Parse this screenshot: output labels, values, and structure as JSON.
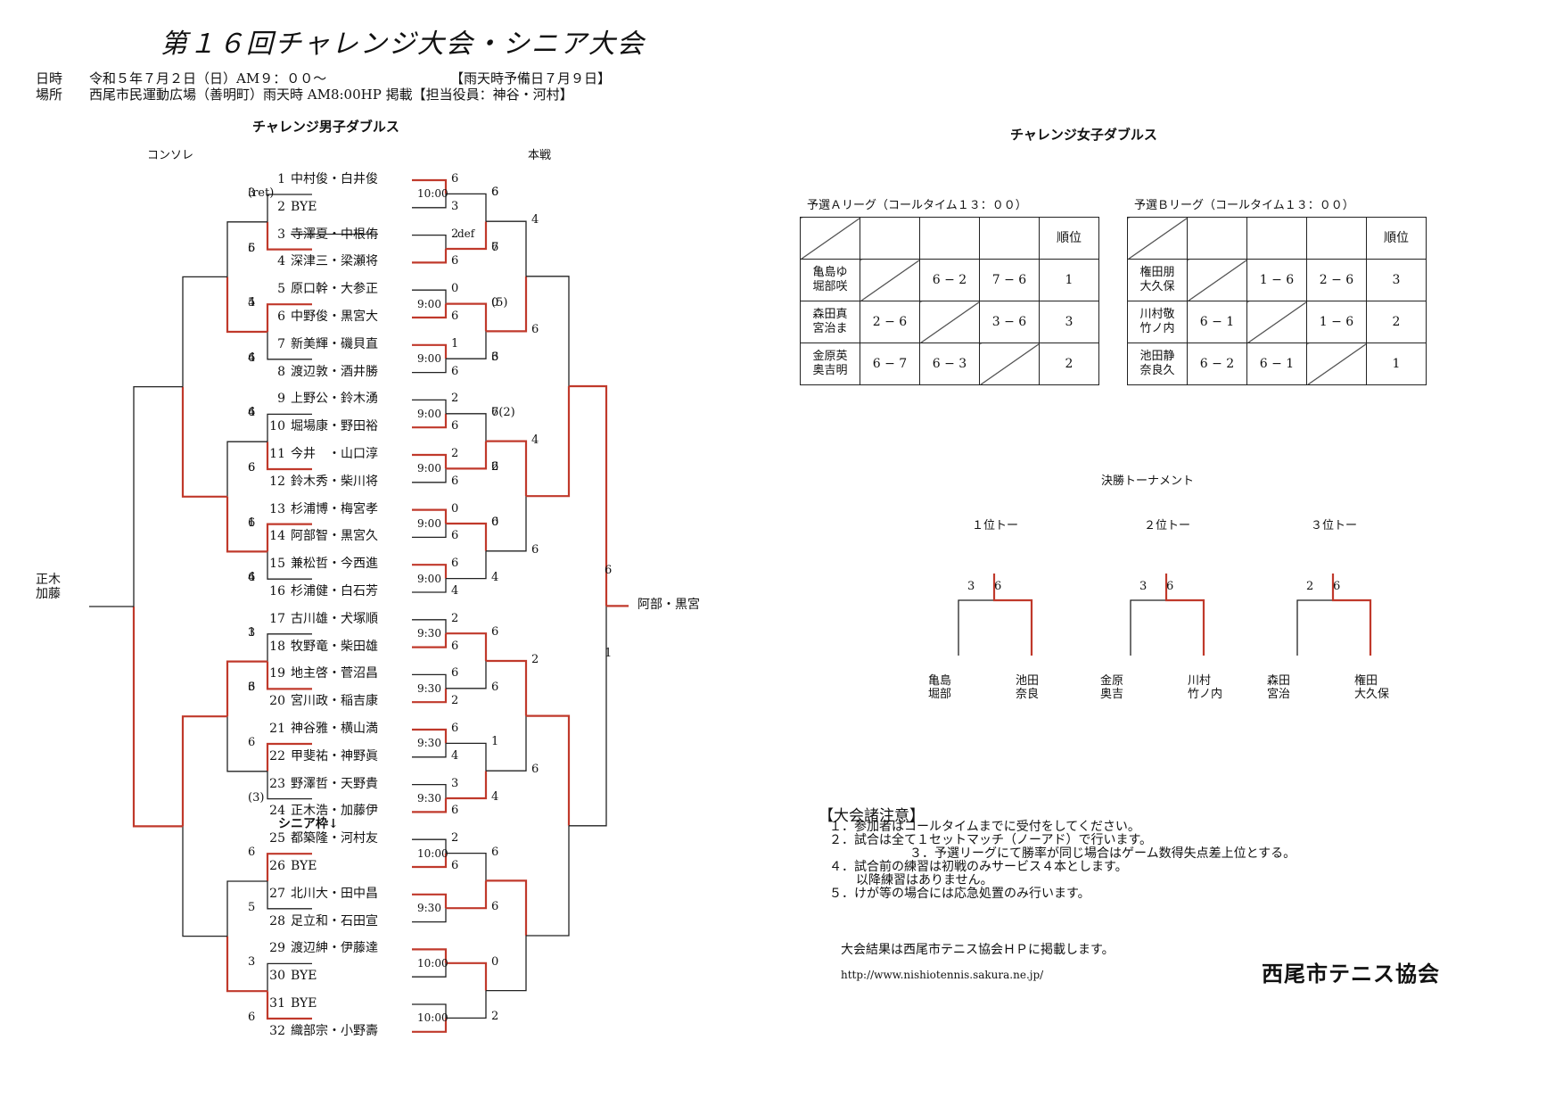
{
  "header": {
    "title": "第１６回チャレンジ大会・シニア大会",
    "date_label": "日時",
    "date_value": "令和５年７月２日（日）AM９：００～",
    "rain_date": "【雨天時予備日７月９日】",
    "place_label": "場所",
    "place_value": "西尾市民運動広場（善明町）雨天時 AM8:00HP 掲載【担当役員：神谷・河村】"
  },
  "mens": {
    "title": "チャレンジ男子ダブルス",
    "consolation_label": "コンソレ",
    "main_label": "本戦",
    "senior_marker": "シニア枠↓",
    "winner": "阿部・黒宮",
    "consolation_winner": [
      "正木",
      "加藤"
    ],
    "players": [
      {
        "n": "1",
        "name": "中村俊・白井俊"
      },
      {
        "n": "2",
        "name": "BYE"
      },
      {
        "n": "3",
        "name": "寺澤夏・中根侑"
      },
      {
        "n": "4",
        "name": "深津三・梁瀬将"
      },
      {
        "n": "5",
        "name": "原口幹・大参正"
      },
      {
        "n": "6",
        "name": "中野俊・黒宮大"
      },
      {
        "n": "7",
        "name": "新美輝・磯貝直"
      },
      {
        "n": "8",
        "name": "渡辺敦・酒井勝"
      },
      {
        "n": "9",
        "name": "上野公・鈴木湧"
      },
      {
        "n": "10",
        "name": "堀場康・野田裕"
      },
      {
        "n": "11",
        "name": "今井　・山口淳"
      },
      {
        "n": "12",
        "name": "鈴木秀・柴川将"
      },
      {
        "n": "13",
        "name": "杉浦博・梅宮孝"
      },
      {
        "n": "14",
        "name": "阿部智・黒宮久"
      },
      {
        "n": "15",
        "name": "兼松哲・今西進"
      },
      {
        "n": "16",
        "name": "杉浦健・白石芳"
      },
      {
        "n": "17",
        "name": "古川雄・犬塚順"
      },
      {
        "n": "18",
        "name": "牧野竜・柴田雄"
      },
      {
        "n": "19",
        "name": "地主啓・菅沼昌"
      },
      {
        "n": "20",
        "name": "宮川政・稲吉康"
      },
      {
        "n": "21",
        "name": "神谷雅・横山満"
      },
      {
        "n": "22",
        "name": "甲斐祐・神野眞"
      },
      {
        "n": "23",
        "name": "野澤哲・天野貴"
      },
      {
        "n": "24",
        "name": "正木浩・加藤伊"
      },
      {
        "n": "25",
        "name": "都築隆・河村友"
      },
      {
        "n": "26",
        "name": "BYE"
      },
      {
        "n": "27",
        "name": "北川大・田中昌"
      },
      {
        "n": "28",
        "name": "足立和・石田宣"
      },
      {
        "n": "29",
        "name": "渡辺紳・伊藤達"
      },
      {
        "n": "30",
        "name": "BYE"
      },
      {
        "n": "31",
        "name": "BYE"
      },
      {
        "n": "32",
        "name": "織部宗・小野壽"
      }
    ],
    "times": [
      "10:00",
      "9:00",
      "9:00",
      "9:00",
      "9:00",
      "9:00",
      "9:00",
      "9:30",
      "9:30",
      "9:30",
      "9:30",
      "10:00",
      "10:00",
      "9:30",
      "10:00"
    ],
    "def_note": "def",
    "r1_scores": [
      "6",
      "3",
      "2",
      "6",
      "0",
      "6",
      "1",
      "6",
      "2",
      "6",
      "2",
      "6",
      "0",
      "6",
      "6",
      "4",
      "2",
      "6",
      "6",
      "2",
      "6",
      "4",
      "3",
      "6",
      "2",
      "6"
    ],
    "r2_scores": [
      "6",
      "7",
      "(5)",
      "3",
      "6",
      "6",
      "0",
      "4",
      "6",
      "6",
      "1",
      "4",
      "6",
      "6",
      "0",
      "2",
      "6",
      "6",
      "0",
      "6",
      "7(2)",
      "2",
      "6"
    ],
    "r3_scores": [
      "4",
      "6",
      "4",
      "6",
      "2",
      "6"
    ],
    "final_scores": [
      "6",
      "1"
    ],
    "cons_scores": [
      "(ret)",
      "5",
      "5",
      "4",
      "6",
      "6",
      "1",
      "6",
      "1",
      "3",
      "6",
      "(3)",
      "6",
      "5",
      "3",
      "6",
      "3",
      "6",
      "4",
      "6",
      "4",
      "6",
      "6",
      "4",
      "3",
      "6"
    ]
  },
  "womens": {
    "title": "チャレンジ女子ダブルス",
    "league_a": {
      "title": "予選Ａリーグ（コールタイム１３：００）",
      "rank_header": "順位",
      "rows": [
        {
          "name": [
            "亀島ゆ",
            "堀部咲"
          ],
          "cells": [
            "",
            "6 − 2",
            "7 − 6"
          ],
          "rank": "1"
        },
        {
          "name": [
            "森田真",
            "宮治ま"
          ],
          "cells": [
            "2 − 6",
            "",
            "3 − 6"
          ],
          "rank": "3"
        },
        {
          "name": [
            "金原英",
            "奥吉明"
          ],
          "cells": [
            "6 − 7",
            "6 − 3",
            ""
          ],
          "rank": "2"
        }
      ]
    },
    "league_b": {
      "title": "予選Ｂリーグ（コールタイム１３：００）",
      "rank_header": "順位",
      "rows": [
        {
          "name": [
            "権田朋",
            "大久保"
          ],
          "cells": [
            "",
            "1 − 6",
            "2 − 6"
          ],
          "rank": "3"
        },
        {
          "name": [
            "川村敬",
            "竹ノ内"
          ],
          "cells": [
            "6 − 1",
            "",
            "1 − 6"
          ],
          "rank": "2"
        },
        {
          "name": [
            "池田静",
            "奈良久"
          ],
          "cells": [
            "6 − 2",
            "6 − 1",
            ""
          ],
          "rank": "1"
        }
      ]
    },
    "finals": {
      "title": "決勝トーナメント",
      "matches": [
        {
          "label": "１位トー",
          "left_score": "3",
          "right_score": "6",
          "left": [
            "亀島",
            "堀部"
          ],
          "right": [
            "池田",
            "奈良"
          ]
        },
        {
          "label": "２位トー",
          "left_score": "3",
          "right_score": "6",
          "left": [
            "金原",
            "奥吉"
          ],
          "right": [
            "川村",
            "竹ノ内"
          ]
        },
        {
          "label": "３位トー",
          "left_score": "2",
          "right_score": "6",
          "left": [
            "森田",
            "宮治"
          ],
          "right": [
            "権田",
            "大久保"
          ]
        }
      ]
    }
  },
  "notes": {
    "title": "【大会諸注意】",
    "lines": [
      "１．参加者はコールタイムまでに受付をしてください。",
      "２．試合は全て１セットマッチ（ノーアド）で行います。",
      "３．予選リーグにて勝率が同じ場合はゲーム数得失点差上位とする。",
      "４．試合前の練習は初戦のみサービス４本とします。",
      "以降練習はありません。",
      "５．けが等の場合には応急処置のみ行います。"
    ],
    "result_note": "大会結果は西尾市テニス協会ＨＰに掲載します。",
    "url": "http://www.nishiotennis.sakura.ne.jp/",
    "org": "西尾市テニス協会"
  },
  "colors": {
    "win_line": "#c0392b",
    "line": "#222222"
  }
}
